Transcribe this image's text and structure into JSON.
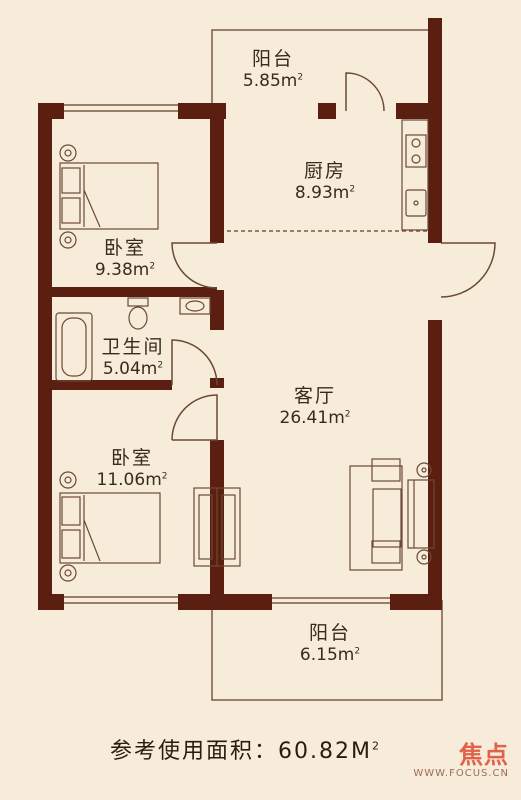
{
  "rooms": {
    "balcony_top": {
      "name": "阳台",
      "area": "5.85",
      "unit": "m",
      "sup": "2"
    },
    "kitchen": {
      "name": "厨房",
      "area": "8.93",
      "unit": "m",
      "sup": "2"
    },
    "bedroom1": {
      "name": "卧室",
      "area": "9.38",
      "unit": "m",
      "sup": "2"
    },
    "bathroom": {
      "name": "卫生间",
      "area": "5.04",
      "unit": "m",
      "sup": "2"
    },
    "living": {
      "name": "客厅",
      "area": "26.41",
      "unit": "m",
      "sup": "2"
    },
    "bedroom2": {
      "name": "卧室",
      "area": "11.06",
      "unit": "m",
      "sup": "2"
    },
    "balcony_bottom": {
      "name": "阳台",
      "area": "6.15",
      "unit": "m",
      "sup": "2"
    }
  },
  "footer": {
    "label": "参考使用面积：",
    "value": "60.82M",
    "sup": "2"
  },
  "watermark": {
    "text": "焦点",
    "url": "WWW.FOCUS.CN"
  },
  "colors": {
    "wall": "#5a1f10",
    "line": "#6b4a35",
    "background": "#f7ecd9"
  }
}
